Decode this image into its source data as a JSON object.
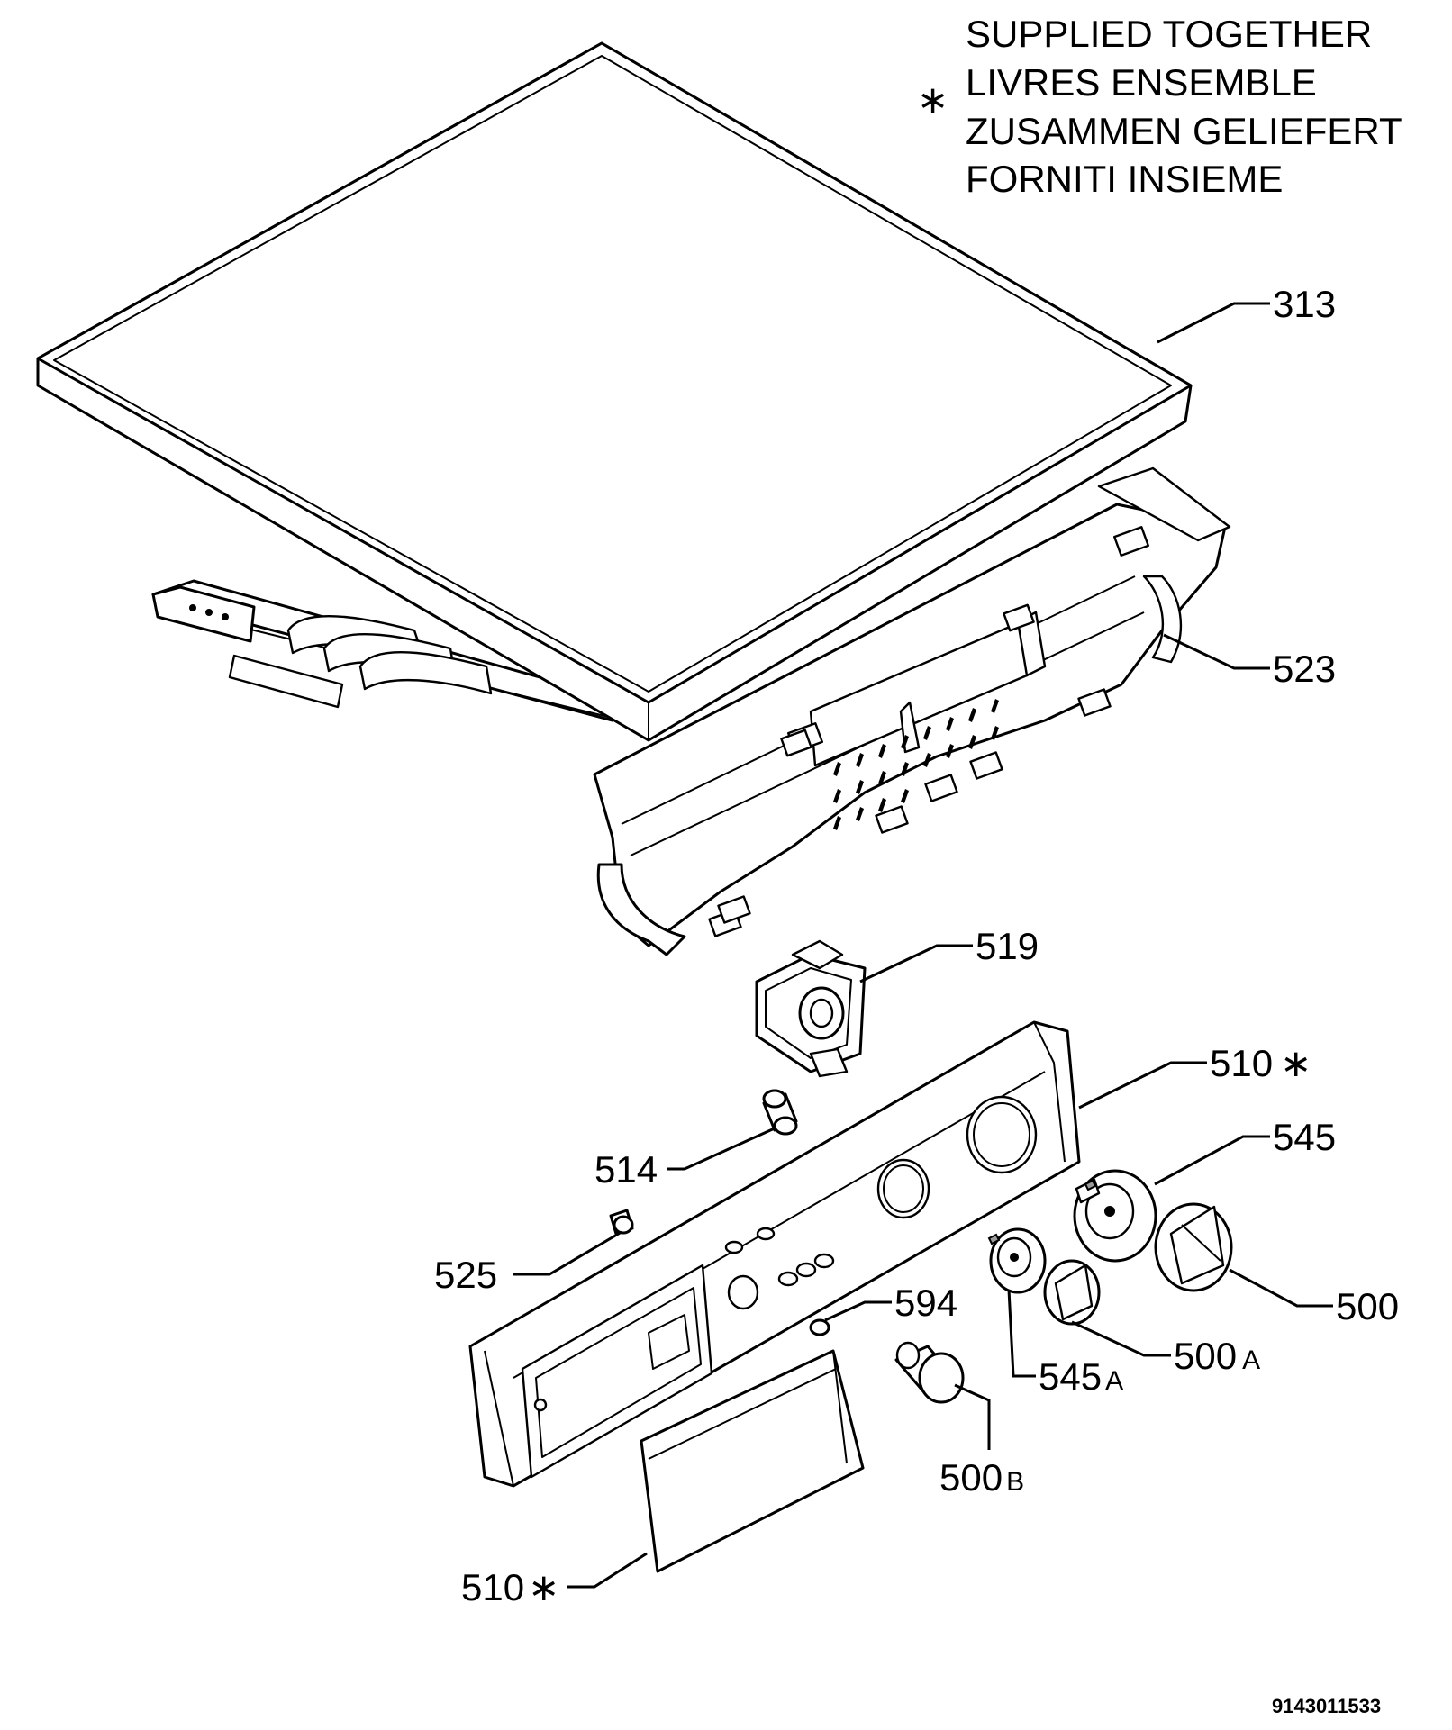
{
  "legend": {
    "symbol": "∗",
    "lines": [
      "SUPPLIED TOGETHER",
      "LIVRES ENSEMBLE",
      "ZUSAMMEN GELIEFERT",
      "FORNITI INSIEME"
    ]
  },
  "callouts": {
    "c313": {
      "num": "313",
      "suffix": ""
    },
    "c523": {
      "num": "523",
      "suffix": ""
    },
    "c519": {
      "num": "519",
      "suffix": ""
    },
    "c510_top": {
      "num": "510",
      "suffix": "∗"
    },
    "c545": {
      "num": "545",
      "suffix": ""
    },
    "c514": {
      "num": "514",
      "suffix": ""
    },
    "c525": {
      "num": "525",
      "suffix": ""
    },
    "c500": {
      "num": "500",
      "suffix": ""
    },
    "c594": {
      "num": "594",
      "suffix": ""
    },
    "c500a": {
      "num": "500",
      "suffix": "A"
    },
    "c545a": {
      "num": "545",
      "suffix": "A"
    },
    "c500b": {
      "num": "500",
      "suffix": "B"
    },
    "c510_bottom": {
      "num": "510",
      "suffix": "∗"
    }
  },
  "document_number": "9143011533"
}
